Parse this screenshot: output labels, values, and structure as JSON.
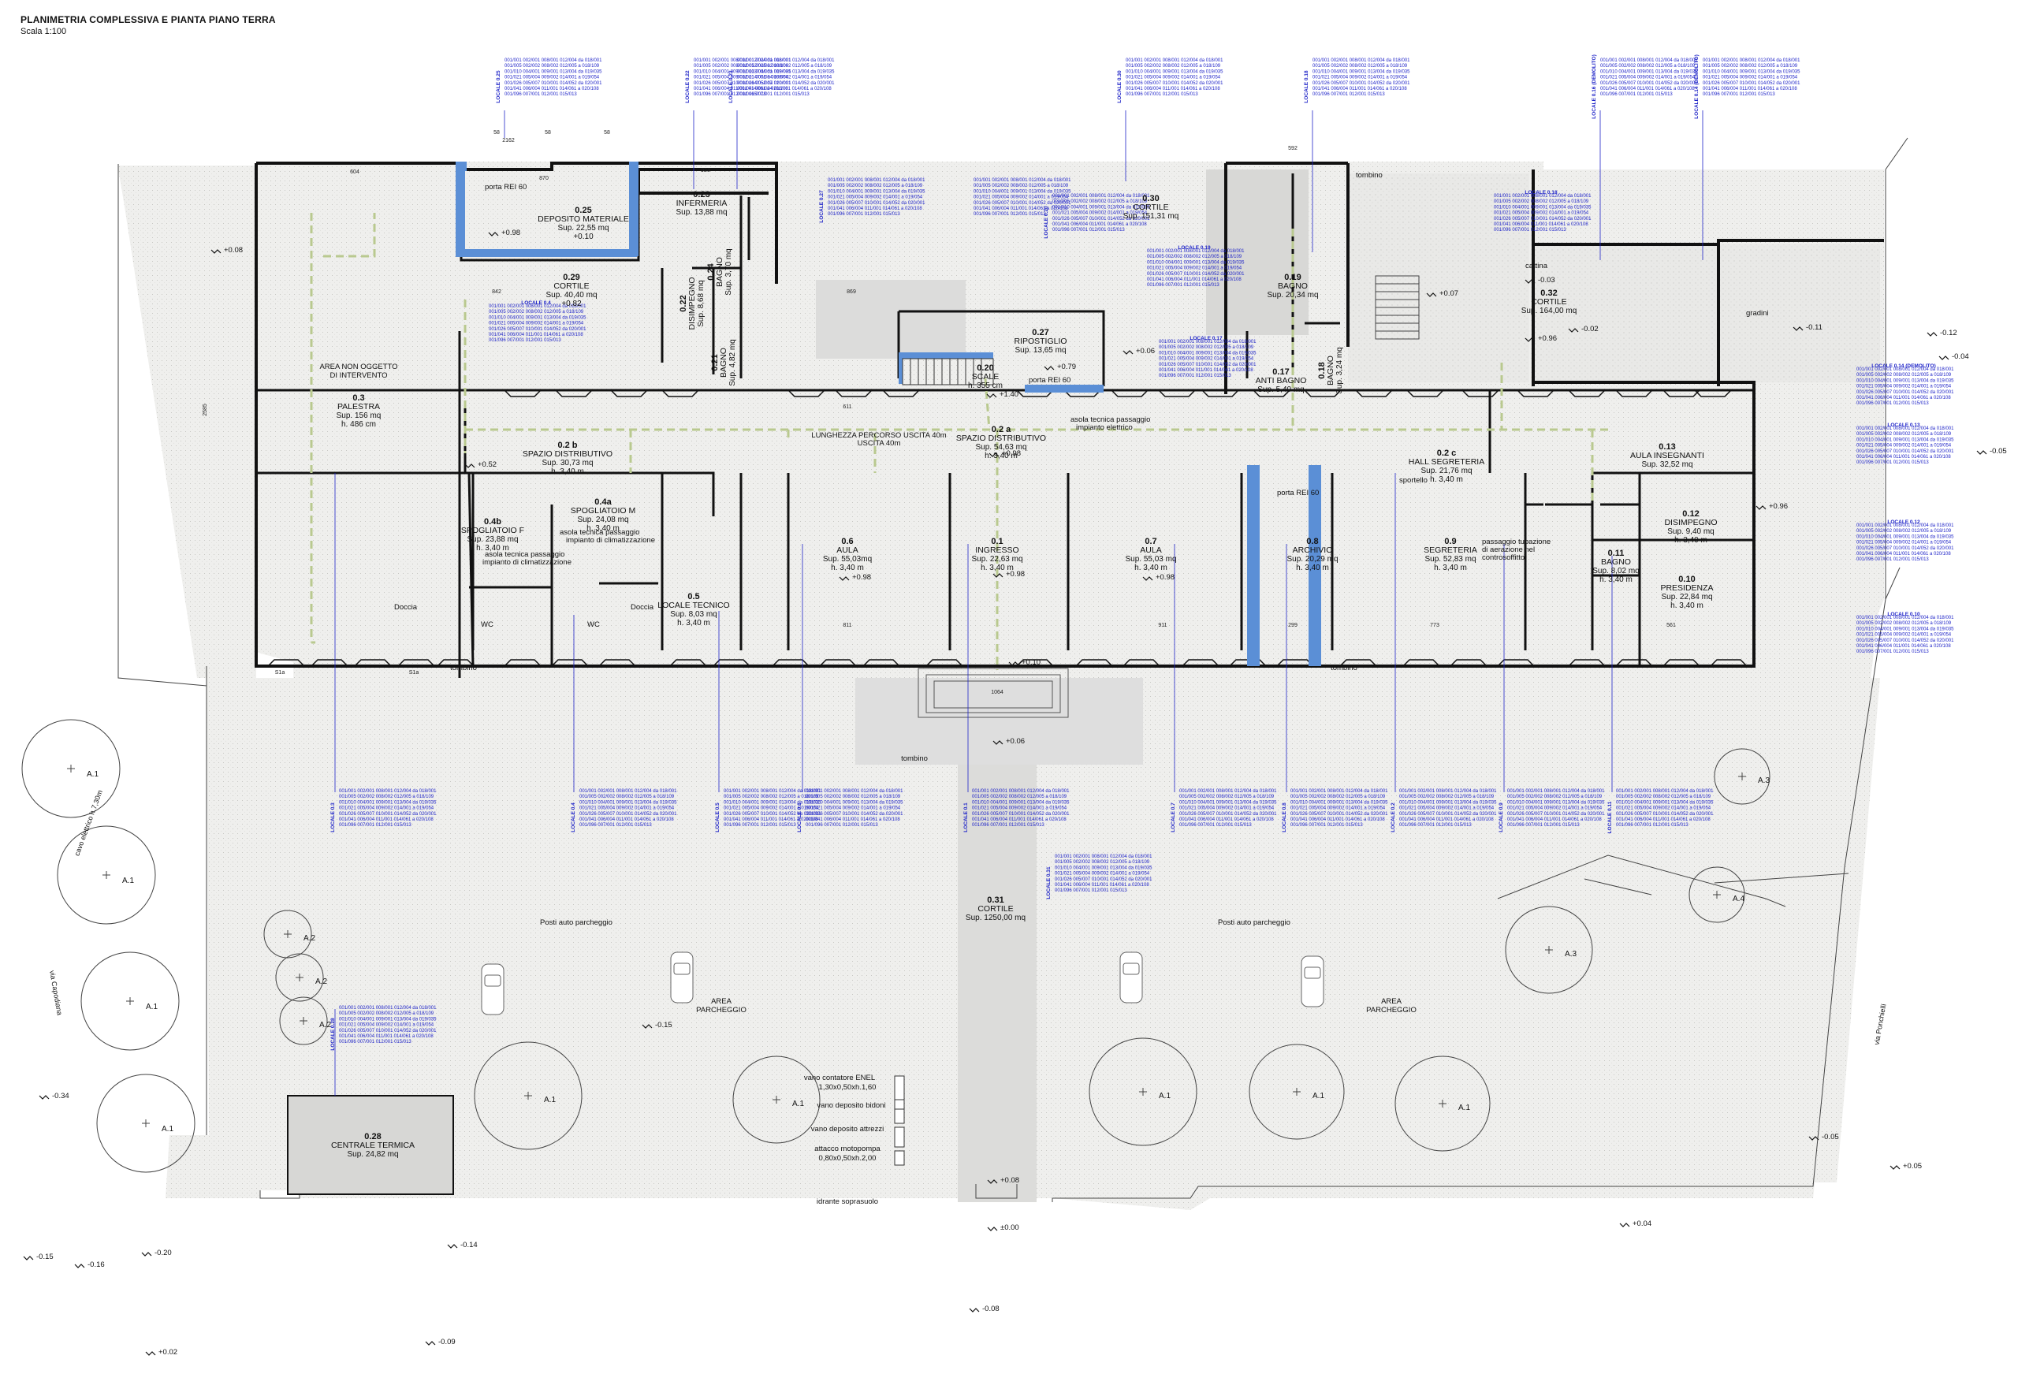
{
  "title": {
    "main": "PLANIMETRIA COMPLESSIVA E PIANTA PIANO TERRA",
    "scale": "Scala 1:100"
  },
  "colors": {
    "wall": "#111111",
    "courtyard_fill": "#e6e6e6",
    "outdoor_fill": "#f0f0ee",
    "highlight_wall": "#5b8fd6",
    "annotation_blue": "#1f24c8",
    "path_green": "#b9c98f"
  },
  "rooms": [
    {
      "id": "r025",
      "num": "0.25",
      "name": "DEPOSITO MATERIALE",
      "area": "Sup. 22,55 mq",
      "extra": "+0.10"
    },
    {
      "id": "r023",
      "num": "0.23",
      "name": "INFERMERIA",
      "area": "Sup. 13,88 mq",
      "extra": ""
    },
    {
      "id": "r030",
      "num": "0.30",
      "name": "CORTILE",
      "area": "Sup. 151,31 mq",
      "extra": ""
    },
    {
      "id": "r029",
      "num": "0.29",
      "name": "CORTILE",
      "area": "Sup. 40,40 mq",
      "extra": "+0.82"
    },
    {
      "id": "r022",
      "num": "0.22",
      "name": "DISIMPEGNO",
      "area": "Sup. 8,68 mq",
      "extra": ""
    },
    {
      "id": "r024",
      "num": "0.24",
      "name": "BAGNO",
      "area": "Sup. 3,70 mq",
      "extra": ""
    },
    {
      "id": "r021",
      "num": "0.21",
      "name": "BAGNO",
      "area": "Sup. 4,82 mq",
      "extra": ""
    },
    {
      "id": "r027",
      "num": "0.27",
      "name": "RIPOSTIGLIO",
      "area": "Sup. 13,65 mq",
      "extra": ""
    },
    {
      "id": "r020",
      "num": "0.20",
      "name": "SCALE",
      "area": "",
      "extra": "h. 355 cm"
    },
    {
      "id": "r019",
      "num": "0.19",
      "name": "BAGNO",
      "area": "Sup. 20,34 mq",
      "extra": ""
    },
    {
      "id": "r017",
      "num": "0.17",
      "name": "ANTI BAGNO",
      "area": "Sup. 5,40 mq",
      "extra": ""
    },
    {
      "id": "r018",
      "num": "0.18",
      "name": "BAGNO",
      "area": "Sup. 3,24 mq",
      "extra": ""
    },
    {
      "id": "r032",
      "num": "0.32",
      "name": "CORTILE",
      "area": "Sup. 164,00 mq",
      "extra": ""
    },
    {
      "id": "r03",
      "num": "0.3",
      "name": "PALESTRA",
      "area": "Sup. 156 mq",
      "extra": "h. 486 cm"
    },
    {
      "id": "r02b",
      "num": "0.2 b",
      "name": "SPAZIO DISTRIBUTIVO",
      "area": "Sup. 30,73 mq",
      "extra": "h. 3,40 m"
    },
    {
      "id": "r02a",
      "num": "0.2 a",
      "name": "SPAZIO DISTRIBUTIVO",
      "area": "Sup. 54,63 mq",
      "extra": "h. 3,40 m"
    },
    {
      "id": "r02c",
      "num": "0.2 c",
      "name": "HALL SEGRETERIA",
      "area": "Sup. 21,76 mq",
      "extra": "h. 3,40 m"
    },
    {
      "id": "r013",
      "num": "0.13",
      "name": "AULA INSEGNANTI",
      "area": "Sup. 32,52 mq",
      "extra": ""
    },
    {
      "id": "r04b",
      "num": "0.4b",
      "name": "SPOGLIATOIO F",
      "area": "Sup. 23,88 mq",
      "extra": "h. 3,40 m"
    },
    {
      "id": "r04a",
      "num": "0.4a",
      "name": "SPOGLIATOIO M",
      "area": "Sup. 24,08 mq",
      "extra": "h. 3,40 m"
    },
    {
      "id": "r05",
      "num": "0.5",
      "name": "LOCALE TECNICO",
      "area": "Sup. 8,03 mq",
      "extra": "h. 3,40 m"
    },
    {
      "id": "r06",
      "num": "0.6",
      "name": "AULA",
      "area": "Sup. 55,03mq",
      "extra": "h. 3,40 m"
    },
    {
      "id": "r01",
      "num": "0.1",
      "name": "INGRESSO",
      "area": "Sup. 22,63 mq",
      "extra": "h. 3,40 m"
    },
    {
      "id": "r07",
      "num": "0.7",
      "name": "AULA",
      "area": "Sup. 55,03 mq",
      "extra": "h. 3,40 m"
    },
    {
      "id": "r08",
      "num": "0.8",
      "name": "ARCHIVIO",
      "area": "Sup. 20,29 mq",
      "extra": "h. 3,40 m"
    },
    {
      "id": "r09",
      "num": "0.9",
      "name": "SEGRETERIA",
      "area": "Sup. 52,83 mq",
      "extra": "h. 3,40 m"
    },
    {
      "id": "r011",
      "num": "0.11",
      "name": "BAGNO",
      "area": "Sup. 8,02 mq",
      "extra": "h. 3,40 m"
    },
    {
      "id": "r012",
      "num": "0.12",
      "name": "DISIMPEGNO",
      "area": "Sup. 9,40 mq",
      "extra": "h. 3,40 m"
    },
    {
      "id": "r010",
      "num": "0.10",
      "name": "PRESIDENZA",
      "area": "Sup. 22,84 mq",
      "extra": "h. 3,40 m"
    },
    {
      "id": "r031",
      "num": "0.31",
      "name": "CORTILE",
      "area": "Sup. 1250,00 mq",
      "extra": ""
    },
    {
      "id": "r028",
      "num": "0.28",
      "name": "CENTRALE TERMICA",
      "area": "Sup. 24,82 mq",
      "extra": ""
    }
  ],
  "labels": {
    "non_oggetto_1": "AREA NON OGGETTO",
    "non_oggetto_2": "DI INTERVENTO",
    "parcheggio_l_1": "AREA",
    "parcheggio_l_2": "PARCHEGGIO",
    "parcheggio_r_1": "AREA",
    "parcheggio_r_2": "PARCHEGGIO",
    "posti_l": "Posti auto parcheggio",
    "posti_r": "Posti auto parcheggio",
    "enel_1": "vano contatore ENEL",
    "enel_2": "1,30x0,50xh.1,60",
    "bidoni": "vano deposito bidoni",
    "attrezzi": "vano deposito attrezzi",
    "motopompa_1": "attacco motopompa",
    "motopompa_2": "0,80x0,50xh.2,00",
    "idrante": "idrante soprasuolo",
    "via_left": "via Capodiana",
    "via_right": "via Ponchielli",
    "canale": "cavo elettrico h.7,30m",
    "porta_rei_1": "porta REI 60",
    "porta_rei_2": "porta REI 60",
    "porta_rei_3": "porta REI 60",
    "tombino_1": "tombino",
    "tombino_2": "tombino",
    "tombino_3": "tombino",
    "tombino_4": "tombino",
    "lunghezza": "LUNGHEZZA PERCORSO USCITA 40m",
    "lunghezza2": "USCITA 40m",
    "sportello": "sportello",
    "asola_1": "asola tecnica passaggio",
    "asola_2": "impianto di climatizzazione",
    "asola_3": "asola tecnica passaggio",
    "asola_4": "impianto elettrico",
    "asola_5": "asola tecnica passaggio",
    "asola_6": "impianto di climatizzazione",
    "passaggio_1": "passaggio tubazione",
    "passaggio_2": "di aerazione nel",
    "passaggio_3": "controsoffitto",
    "doccia_1": "Doccia",
    "doccia_2": "Doccia",
    "wc_1": "WC",
    "wc_2": "WC",
    "gradini": "gradini",
    "cattina": "cattina"
  },
  "elevations": [
    {
      "id": "e1",
      "text": "+0.08"
    },
    {
      "id": "e2",
      "text": "+0.07"
    },
    {
      "id": "e3",
      "text": "-0.03"
    },
    {
      "id": "e4",
      "text": "-0.02"
    },
    {
      "id": "e5",
      "text": "-0.11"
    },
    {
      "id": "e6",
      "text": "-0.12"
    },
    {
      "id": "e7",
      "text": "-0.04"
    },
    {
      "id": "e8",
      "text": "+0.96"
    },
    {
      "id": "e9",
      "text": "+0.06"
    },
    {
      "id": "e10",
      "text": "+0.79"
    },
    {
      "id": "e11",
      "text": "+1.40"
    },
    {
      "id": "e12",
      "text": "+0.98"
    },
    {
      "id": "e13",
      "text": "+0.52"
    },
    {
      "id": "e14",
      "text": "+0.98"
    },
    {
      "id": "e15",
      "text": "+0.98"
    },
    {
      "id": "e16",
      "text": "+0.98"
    },
    {
      "id": "e17",
      "text": "-0.05"
    },
    {
      "id": "e18",
      "text": "+0.96"
    },
    {
      "id": "e19",
      "text": "+0.06"
    },
    {
      "id": "e20",
      "text": "-0.15"
    },
    {
      "id": "e21",
      "text": "-0.34"
    },
    {
      "id": "e22",
      "text": "+0.08"
    },
    {
      "id": "e23",
      "text": "±0.00"
    },
    {
      "id": "e24",
      "text": "-0.05"
    },
    {
      "id": "e25",
      "text": "+0.05"
    },
    {
      "id": "e26",
      "text": "+0.04"
    },
    {
      "id": "e27",
      "text": "-0.14"
    },
    {
      "id": "e28",
      "text": "-0.20"
    },
    {
      "id": "e29",
      "text": "-0.15"
    },
    {
      "id": "e30",
      "text": "-0.16"
    },
    {
      "id": "e31",
      "text": "-0.08"
    },
    {
      "id": "e32",
      "text": "-0.09"
    },
    {
      "id": "e33",
      "text": "+0.02"
    },
    {
      "id": "e34",
      "text": "+0.10"
    },
    {
      "id": "e35",
      "text": "+0.98"
    }
  ],
  "trees": [
    {
      "id": "t1",
      "label": "A.1"
    },
    {
      "id": "t2",
      "label": "A.1"
    },
    {
      "id": "t3",
      "label": "A.2"
    },
    {
      "id": "t4",
      "label": "A.2"
    },
    {
      "id": "t5",
      "label": "A.2"
    },
    {
      "id": "t6",
      "label": "A.1"
    },
    {
      "id": "t7",
      "label": "A.1"
    },
    {
      "id": "t8",
      "label": "A.1"
    },
    {
      "id": "t9",
      "label": "A.1"
    },
    {
      "id": "t10",
      "label": "A.1"
    },
    {
      "id": "t11",
      "label": "A.1"
    },
    {
      "id": "t12",
      "label": "A.1"
    },
    {
      "id": "t13",
      "label": "A.3"
    },
    {
      "id": "t14",
      "label": "A.3"
    },
    {
      "id": "t15",
      "label": "A.4"
    }
  ],
  "locale_tags": [
    {
      "id": "lt1",
      "text": "LOCALE 0.25"
    },
    {
      "id": "lt2",
      "text": "LOCALE 0.22"
    },
    {
      "id": "lt3",
      "text": "LOCALE 0.23"
    },
    {
      "id": "lt4",
      "text": "LOCALE 0.30"
    },
    {
      "id": "lt5",
      "text": "LOCALE 0.18"
    },
    {
      "id": "lt6",
      "text": "LOCALE 0.16 (DEMOLITO)"
    },
    {
      "id": "lt7",
      "text": "LOCALE 0.14 (DEMOLITO)"
    },
    {
      "id": "lt8",
      "text": "LOCALE 0.13"
    },
    {
      "id": "lt9",
      "text": "LOCALE 0.12"
    },
    {
      "id": "lt10",
      "text": "LOCALE 0.10"
    },
    {
      "id": "lt11",
      "text": "LOCALE 0.19"
    },
    {
      "id": "lt12",
      "text": "LOCALE 0.17"
    },
    {
      "id": "lt13",
      "text": "LOCALE 0.3"
    },
    {
      "id": "lt14",
      "text": "LOCALE 0.4"
    },
    {
      "id": "lt15",
      "text": "LOCALE 0.5"
    },
    {
      "id": "lt16",
      "text": "LOCALE 0.6"
    },
    {
      "id": "lt17",
      "text": "LOCALE 0.1"
    },
    {
      "id": "lt18",
      "text": "LOCALE 0.31"
    },
    {
      "id": "lt19",
      "text": "LOCALE 0.7"
    },
    {
      "id": "lt20",
      "text": "LOCALE 0.8"
    },
    {
      "id": "lt21",
      "text": "LOCALE 0.2"
    },
    {
      "id": "lt22",
      "text": "LOCALE 0.9"
    },
    {
      "id": "lt23",
      "text": "LOCALE 0.11"
    },
    {
      "id": "lt24",
      "text": "LOCALE 0.28"
    },
    {
      "id": "lt25",
      "text": "LOCALE 0.21"
    },
    {
      "id": "lt26",
      "text": "LOCALE 0.20"
    },
    {
      "id": "lt27",
      "text": "LOCALE 0.27"
    }
  ],
  "code_block_sample": [
    "001/001  002/001  008/001  012/004  da 018/001",
    "001/005  002/002  008/002  012/005  a 018/109",
    "001/010  004/001  009/001  013/004  da 019/035",
    "001/021  005/004  009/002  014/001  a 019/054",
    "001/026  005/007  010/001  014/052  da 020/001",
    "001/041  006/004  011/001  014/061  a 020/108",
    "001/096  007/001  012/001  015/013"
  ],
  "dims": {
    "d1": "2162",
    "d2": "58",
    "d3": "58",
    "d4": "58",
    "d5": "604",
    "d6": "870",
    "d7": "923",
    "d8": "592",
    "d9": "842",
    "d10": "869",
    "d11": "611",
    "d12": "811",
    "d13": "911",
    "d14": "299",
    "d15": "773",
    "d16": "561",
    "d17": "1064",
    "d18": "2585",
    "d19": "S1a",
    "d20": "S1a"
  }
}
